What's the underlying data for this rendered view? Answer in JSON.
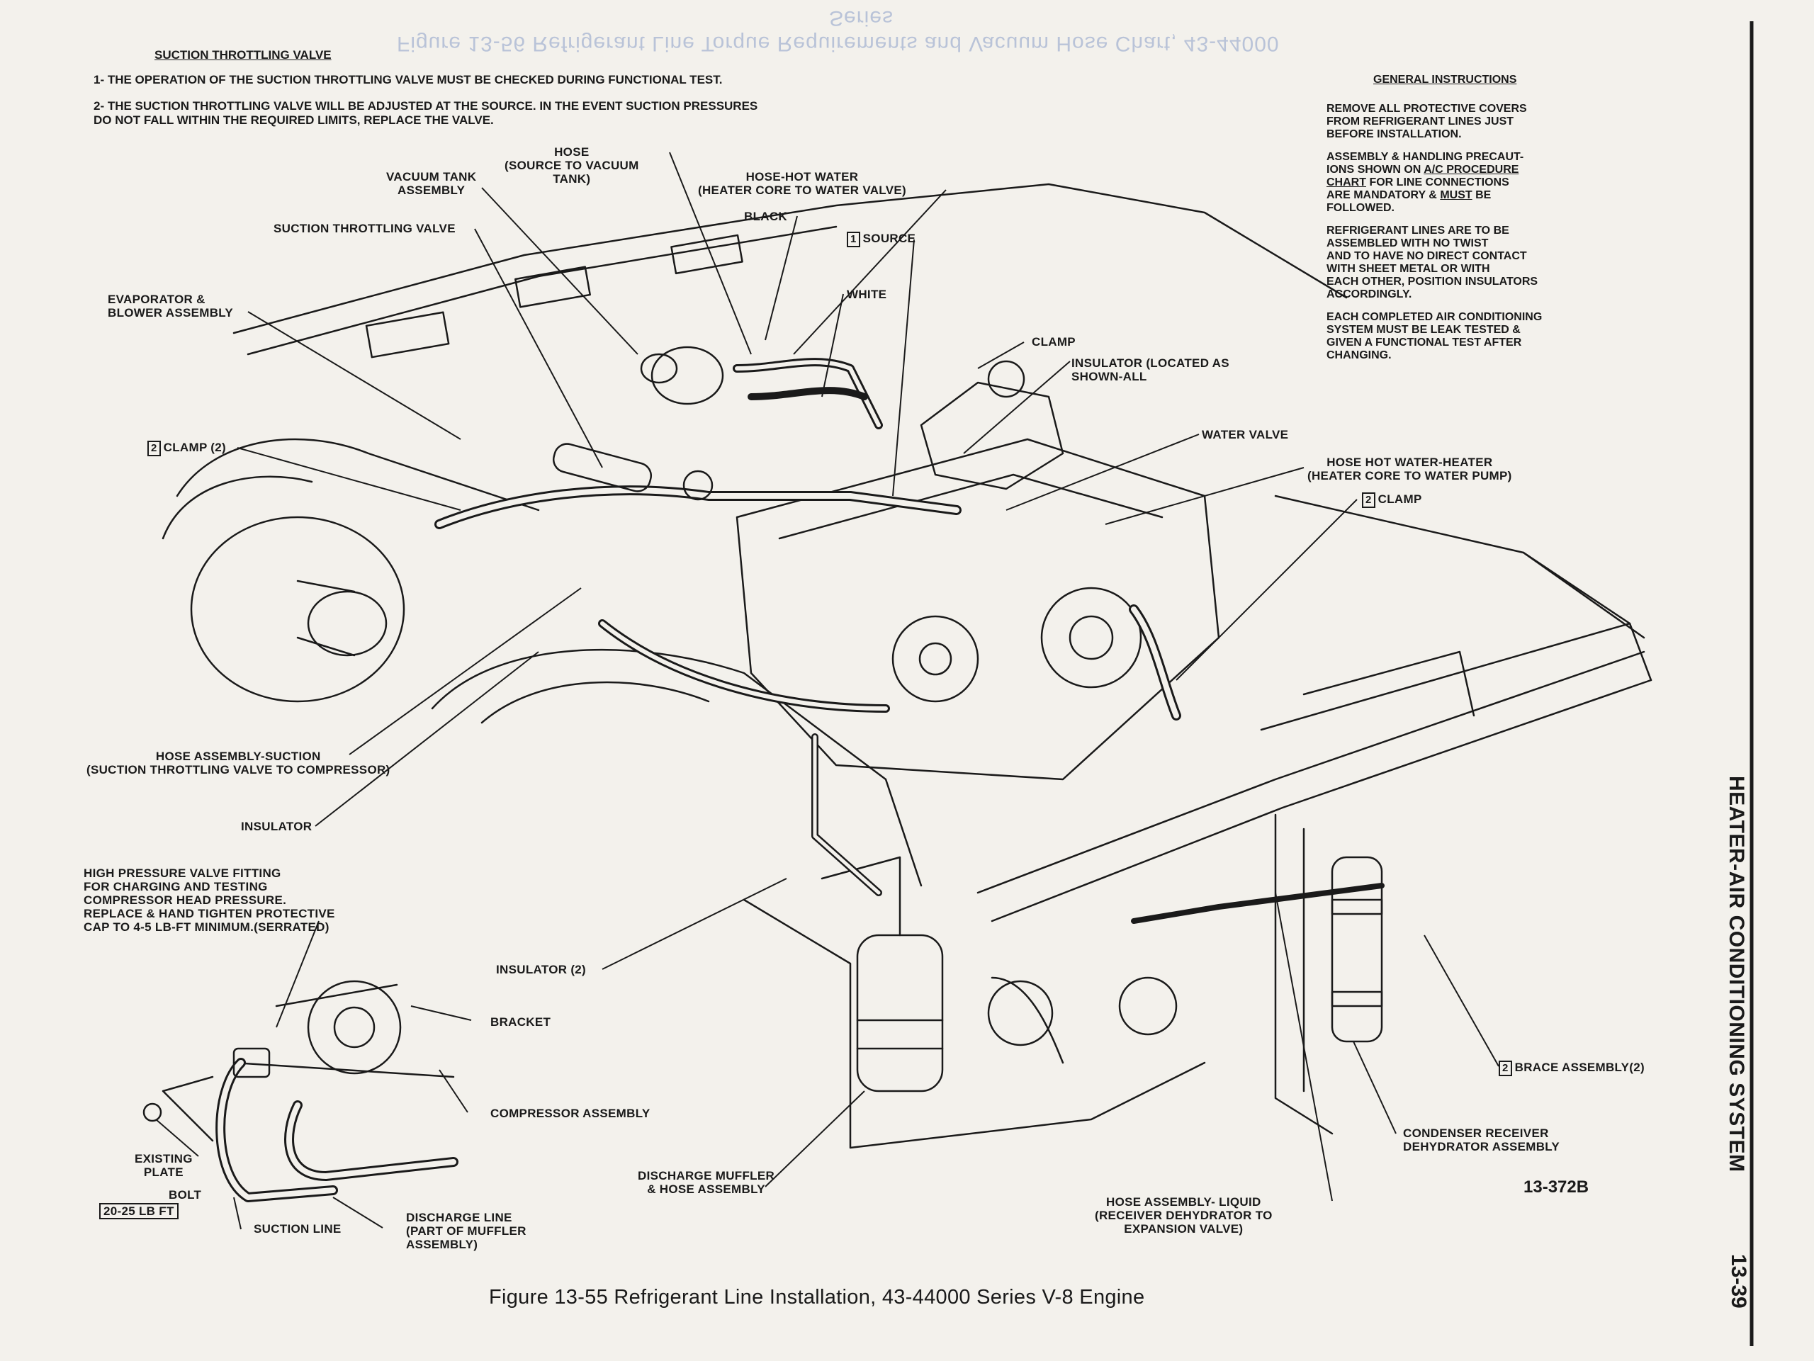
{
  "ghost_text": {
    "line1": "Series",
    "line2": "Figure 13-56 Refrigerant Line Torque Requirements and Vacuum Hose Chart, 43-44000"
  },
  "suction_valve": {
    "heading": "SUCTION THROTTLING VALVE",
    "note1": "1- THE OPERATION OF THE SUCTION THROTTLING VALVE MUST BE CHECKED DURING FUNCTIONAL TEST.",
    "note2": "2- THE SUCTION THROTTLING VALVE WILL BE ADJUSTED AT THE SOURCE. IN THE EVENT SUCTION PRESSURES\n      DO NOT FALL WITHIN THE REQUIRED LIMITS, REPLACE THE VALVE."
  },
  "general": {
    "heading": "GENERAL INSTRUCTIONS",
    "p1": "REMOVE ALL PROTECTIVE COVERS\nFROM REFRIGERANT LINES JUST\nBEFORE INSTALLATION.",
    "p2_pre": "ASSEMBLY & HANDLING PRECAUT-\nIONS SHOWN ON ",
    "p2_link": "A/C PROCEDURE\nCHART",
    "p2_mid": " FOR LINE CONNECTIONS\nARE MANDATORY & ",
    "p2_must": "MUST",
    "p2_post": " BE\nFOLLOWED.",
    "p3": "REFRIGERANT LINES ARE TO BE\nASSEMBLED WITH NO TWIST\nAND TO HAVE NO DIRECT CONTACT\nWITH SHEET METAL OR WITH\nEACH OTHER, POSITION INSULATORS\nACCORDINGLY.",
    "p4": "EACH COMPLETED AIR CONDITIONING\nSYSTEM MUST BE LEAK TESTED &\nGIVEN A FUNCTIONAL TEST AFTER\nCHANGING."
  },
  "labels": {
    "hose_source": "HOSE\n(SOURCE TO VACUUM\nTANK)",
    "vacuum_tank": "VACUUM TANK\nASSEMBLY",
    "hose_hot_water": "HOSE-HOT WATER\n(HEATER CORE TO WATER VALVE)",
    "black": "BLACK",
    "source_num": "1",
    "source": "SOURCE",
    "suction_throttling_valve": "SUCTION THROTTLING VALVE",
    "evaporator": "EVAPORATOR &\nBLOWER ASSEMBLY",
    "white": "WHITE",
    "clamp_top": "CLAMP",
    "insulator_located": "INSULATOR (LOCATED AS\nSHOWN-ALL",
    "clamp2_num": "2",
    "clamp2_left": "CLAMP (2)",
    "water_valve": "WATER VALVE",
    "hose_heater_pump": "HOSE HOT WATER-HEATER\n(HEATER CORE TO WATER PUMP)",
    "clamp2_right_num": "2",
    "clamp_right": "CLAMP",
    "hose_suction": "HOSE ASSEMBLY-SUCTION\n(SUCTION THROTTLING VALVE TO COMPRESSOR)",
    "insulator": "INSULATOR",
    "high_pressure": "HIGH PRESSURE VALVE FITTING\nFOR CHARGING AND TESTING\nCOMPRESSOR HEAD PRESSURE.\nREPLACE & HAND TIGHTEN PROTECTIVE\nCAP TO 4-5 LB-FT MINIMUM.(SERRATED)",
    "insulator2": "INSULATOR (2)",
    "bracket": "BRACKET",
    "compressor": "COMPRESSOR ASSEMBLY",
    "existing_plate": "EXISTING\nPLATE",
    "bolt": "BOLT",
    "torque": "20-25 LB FT",
    "suction_line": "SUCTION LINE",
    "discharge_line": "DISCHARGE LINE\n(PART OF MUFFLER\nASSEMBLY)",
    "discharge_muffler": "DISCHARGE MUFFLER\n& HOSE ASSEMBLY",
    "hose_liquid": "HOSE ASSEMBLY- LIQUID\n(RECEIVER DEHYDRATOR TO\nEXPANSION VALVE)",
    "condenser": "CONDENSER RECEIVER\nDEHYDRATOR ASSEMBLY",
    "brace_num": "2",
    "brace": "BRACE ASSEMBLY(2)"
  },
  "figure_number": "13-372B",
  "caption": "Figure 13-55 Refrigerant Line Installation, 43-44000 Series V-8 Engine",
  "side_title": "HEATER-AIR CONDITIONING SYSTEM",
  "page_number": "13-39"
}
